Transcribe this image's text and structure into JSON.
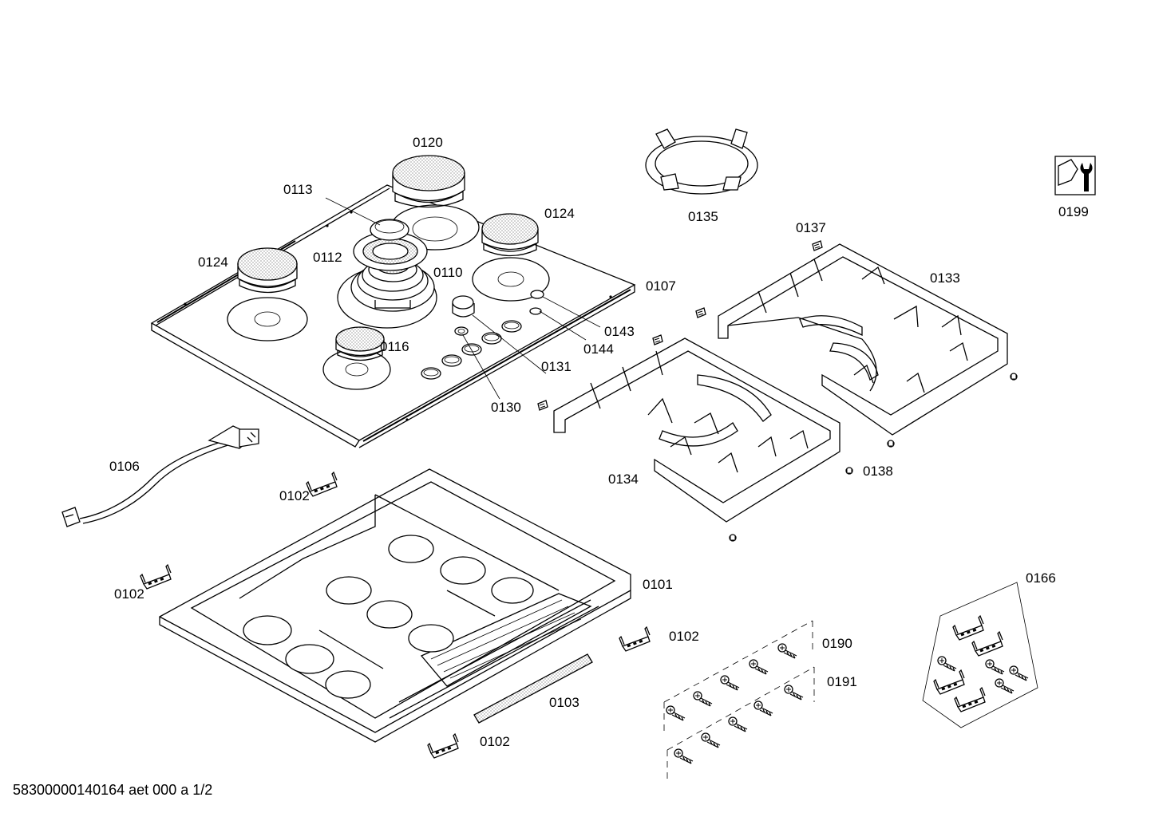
{
  "footer": {
    "drawing_code": "58300000140164 aet 000 a 1/2"
  },
  "callouts": {
    "c0120": "0120",
    "c0113": "0113",
    "c0124a": "0124",
    "c0124b": "0124",
    "c0112": "0112",
    "c0110": "0110",
    "c0107": "0107",
    "c0143": "0143",
    "c0144": "0144",
    "c0131": "0131",
    "c0130": "0130",
    "c0116": "0116",
    "c0135": "0135",
    "c0137": "0137",
    "c0133": "0133",
    "c0134": "0134",
    "c0138": "0138",
    "c0199": "0199",
    "c0106": "0106",
    "c0102a": "0102",
    "c0102b": "0102",
    "c0102c": "0102",
    "c0102d": "0102",
    "c0101": "0101",
    "c0103": "0103",
    "c0190": "0190",
    "c0191": "0191",
    "c0166": "0166"
  },
  "icons": {
    "service_tool": "wrench-nut-icon"
  }
}
